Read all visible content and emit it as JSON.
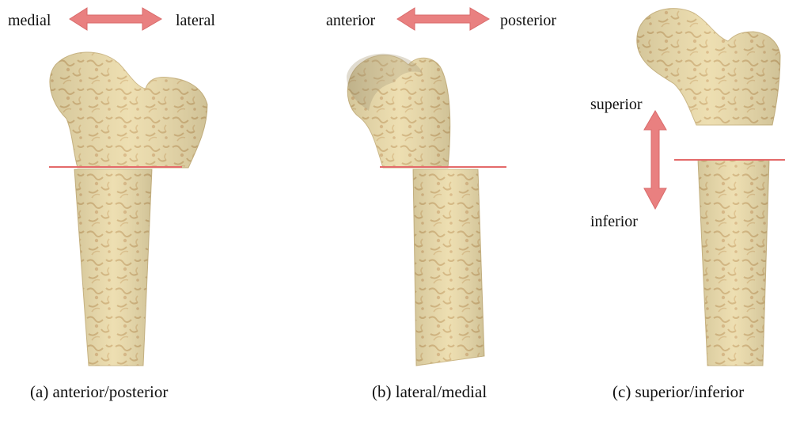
{
  "colors": {
    "bone": "#e9d9a6",
    "bone_spot": "#c9a468",
    "bone_edge": "#cdb886",
    "arrow": "#e57373",
    "cut_line": "#e46a6a"
  },
  "panels": [
    {
      "caption": "(a) anterior/posterior",
      "axis_labels": [
        "medial",
        "lateral"
      ],
      "arrow_orientation": "horizontal"
    },
    {
      "caption": "(b) lateral/medial",
      "axis_labels": [
        "anterior",
        "posterior"
      ],
      "arrow_orientation": "horizontal"
    },
    {
      "caption": "(c) superior/inferior",
      "axis_labels": [
        "superior",
        "inferior"
      ],
      "arrow_orientation": "vertical"
    }
  ]
}
